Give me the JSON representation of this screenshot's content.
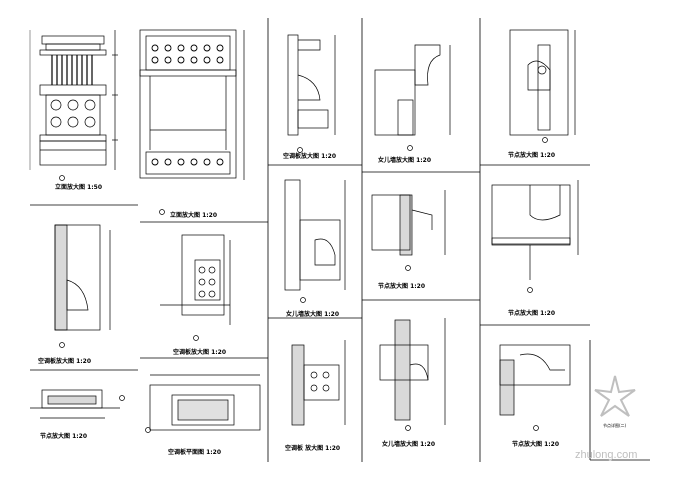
{
  "sheet_title": "节点详图(二)",
  "watermark": "zhulong.com",
  "captions": {
    "d1": "立面放大图 1:50",
    "d2": "立面放大图 1:20",
    "d3": "空调板放大图 1:20",
    "d4": "女儿墙放大图 1:20",
    "d5": "节点放大图 1:20",
    "d6": "空调板放大图 1:20",
    "d7": "空调板放大图 1:20",
    "d8": "女儿墙放大图 1:20",
    "d9": "节点放大图 1:20",
    "d10": "节点放大图 1:20",
    "d11": "空调板平面图 1:20",
    "d12": "空调板 放大图 1:20",
    "d13": "女儿墙放大图 1:20",
    "d14": "节点放大图 1:20"
  },
  "colors": {
    "line": "#000000",
    "background": "#ffffff",
    "watermark": "#bfbfbf"
  }
}
